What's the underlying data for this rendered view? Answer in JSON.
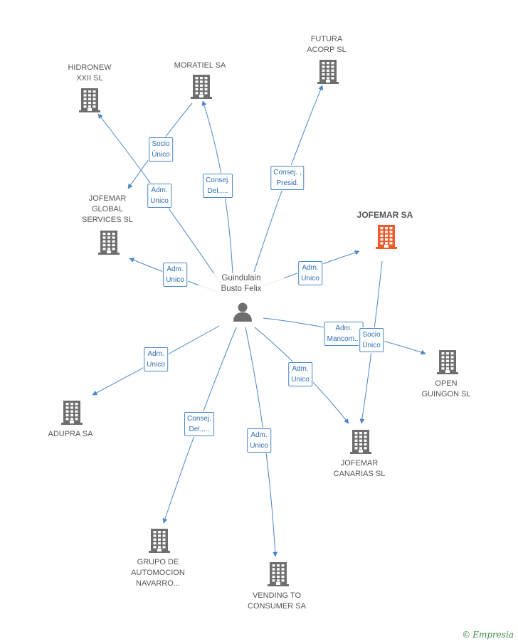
{
  "person": {
    "label": "Guindulain\nBusto Felix"
  },
  "main_company": {
    "label": "JOFEMAR SA",
    "color": "#ef5a2a"
  },
  "companies": [
    {
      "id": "hidronew",
      "label": "HIDRONEW\nXXII SL"
    },
    {
      "id": "moratiel",
      "label": "MORATIEL SA"
    },
    {
      "id": "futura",
      "label": "FUTURA\nACORP SL"
    },
    {
      "id": "jofemar-global",
      "label": "JOFEMAR\nGLOBAL\nSERVICES SL"
    },
    {
      "id": "open-guingon",
      "label": "OPEN\nGUINGON SL"
    },
    {
      "id": "adupra",
      "label": "ADUPRA SA"
    },
    {
      "id": "jofemar-canarias",
      "label": "JOFEMAR\nCANARIAS SL"
    },
    {
      "id": "grupo-automocion",
      "label": "GRUPO DE\nAUTOMOCION\nNAVARRO..."
    },
    {
      "id": "vending",
      "label": "VENDING TO\nCONSUMER SA"
    }
  ],
  "edge_labels": [
    {
      "id": "socio-unico-top",
      "text": "Socio\nÚnico"
    },
    {
      "id": "adm-unico-hidronew",
      "text": "Adm.\nUnico"
    },
    {
      "id": "consej-moratiel",
      "text": "Consej.\nDel.,..."
    },
    {
      "id": "consej-futura",
      "text": "Consej. ,\nPresid."
    },
    {
      "id": "adm-unico-global",
      "text": "Adm.\nUnico"
    },
    {
      "id": "adm-unico-jofemar",
      "text": "Adm.\nUnico"
    },
    {
      "id": "adm-mancom",
      "text": "Adm.\nMancom..."
    },
    {
      "id": "socio-unico-right",
      "text": "Socio\nÚnico"
    },
    {
      "id": "adm-unico-adupra",
      "text": "Adm.\nUnico"
    },
    {
      "id": "adm-unico-canarias",
      "text": "Adm.\nUnico"
    },
    {
      "id": "consej-grupo",
      "text": "Consej.\nDel.,..."
    },
    {
      "id": "adm-unico-vending",
      "text": "Adm.\nUnico"
    }
  ],
  "colors": {
    "edge": "#4a86c8",
    "building": "#6e6e6e",
    "person": "#6e6e6e",
    "accent": "#ef5a2a"
  },
  "footer": {
    "copyright": "©",
    "brand": "Empresia"
  }
}
